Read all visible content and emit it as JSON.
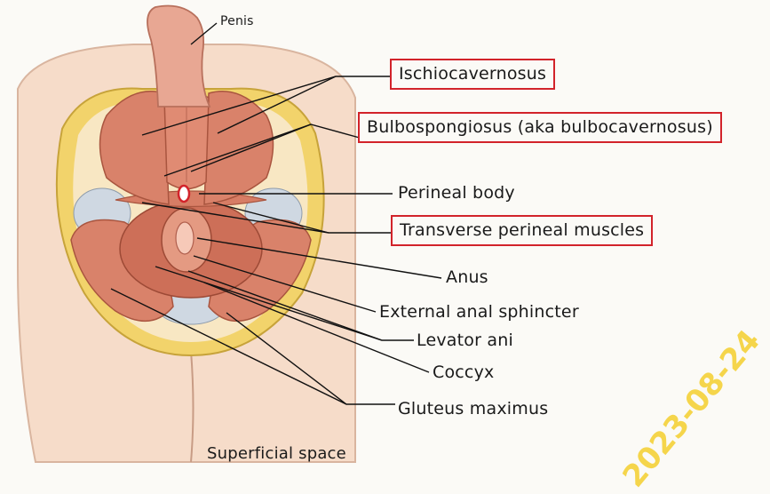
{
  "labels": {
    "penis": "Penis",
    "ischiocavernosus": "Ischiocavernosus",
    "bulbospongiosus": "Bulbospongiosus (aka bulbocavernosus)",
    "perineal_body": "Perineal body",
    "transverse_perineal": "Transverse perineal muscles",
    "anus": "Anus",
    "external_anal_sphincter": "External anal sphincter",
    "levator_ani": "Levator ani",
    "coccyx": "Coccyx",
    "gluteus_maximus": "Gluteus maximus"
  },
  "caption": "Superficial space",
  "watermark": "2023-08-24",
  "colors": {
    "highlight_box": "#d2232a",
    "muscle": "#d9826a",
    "fat": "#f2d36b",
    "skin": "#f6dcc9",
    "ligament": "#cfd8e2"
  }
}
